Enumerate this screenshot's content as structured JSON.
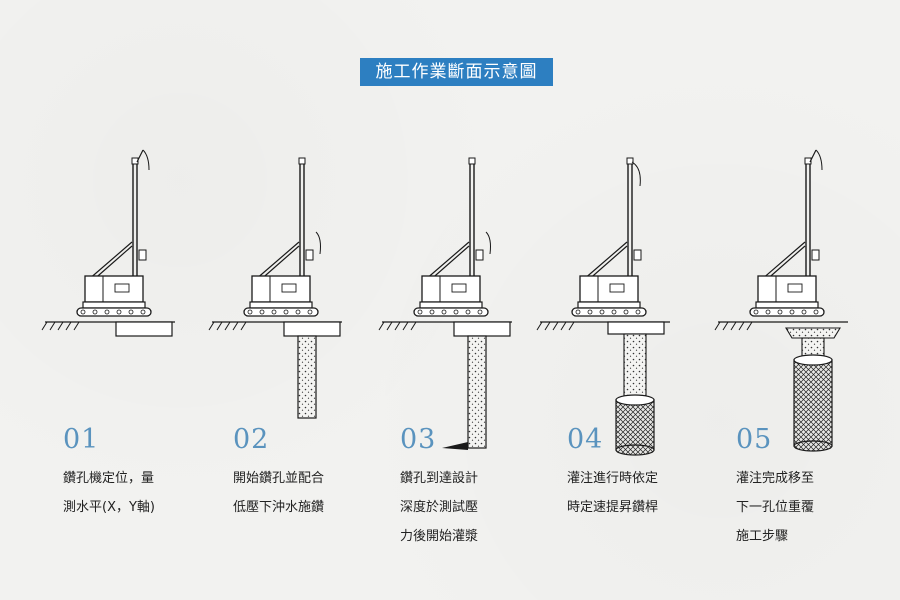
{
  "title": "施工作業斷面示意圖",
  "steps": [
    {
      "num": "01",
      "desc": "鑽孔機定位，量\n測水平(X，Y軸)"
    },
    {
      "num": "02",
      "desc": "開始鑽孔並配合\n低壓下沖水施鑽"
    },
    {
      "num": "03",
      "desc": "鑽孔到達設計\n深度於測試壓\n力後開始灌漿"
    },
    {
      "num": "04",
      "desc": "灌注進行時依定\n時定速提昇鑽桿"
    },
    {
      "num": "05",
      "desc": "灌注完成移至\n下一孔位重覆\n施工步驟"
    }
  ],
  "colors": {
    "accent": "#2d7fc1",
    "step_number": "#5a93be",
    "line": "#1a1a1a"
  },
  "icons": [
    "drilling-rig-icon",
    "ground-hatch-icon",
    "grout-column-icon",
    "soilcrete-cage-icon"
  ]
}
